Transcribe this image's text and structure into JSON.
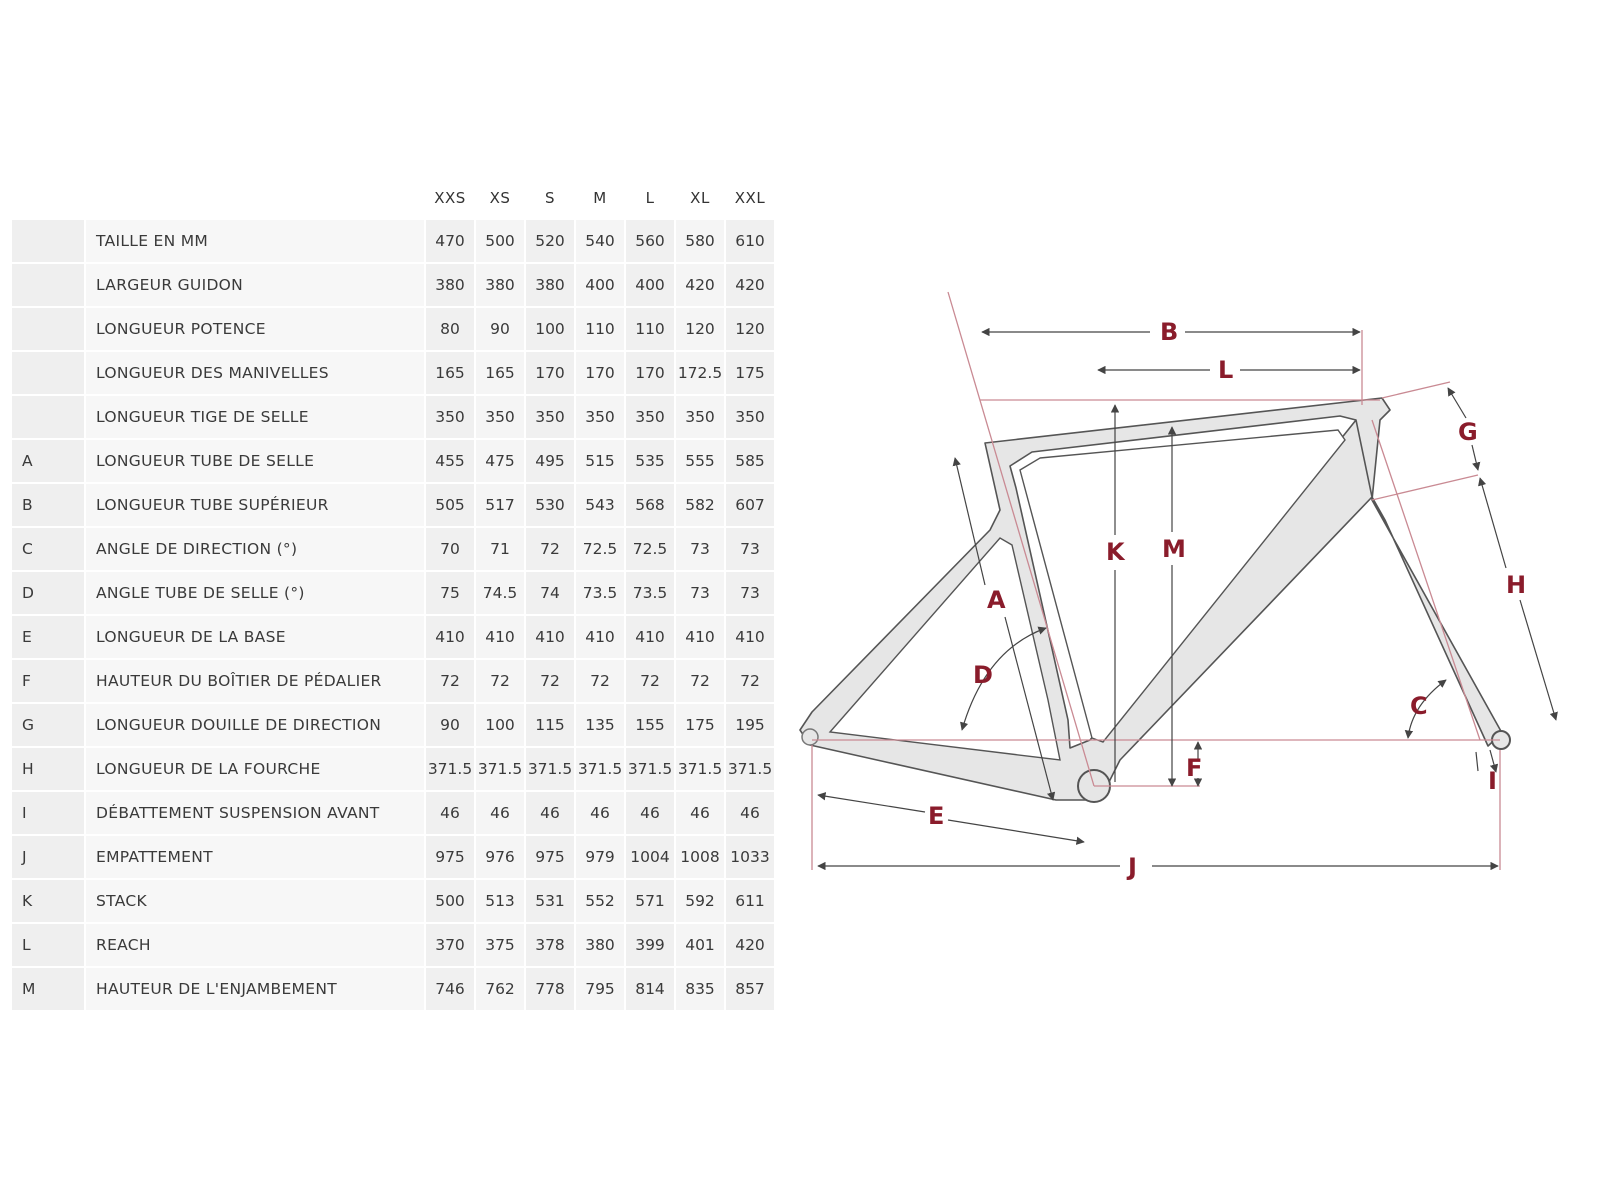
{
  "table": {
    "sizes": [
      "XXS",
      "XS",
      "S",
      "M",
      "L",
      "XL",
      "XXL"
    ],
    "rows": [
      {
        "code": "",
        "label": "TAILLE EN MM",
        "values": [
          "470",
          "500",
          "520",
          "540",
          "560",
          "580",
          "610"
        ]
      },
      {
        "code": "",
        "label": "LARGEUR GUIDON",
        "values": [
          "380",
          "380",
          "380",
          "400",
          "400",
          "420",
          "420"
        ]
      },
      {
        "code": "",
        "label": "LONGUEUR POTENCE",
        "values": [
          "80",
          "90",
          "100",
          "110",
          "110",
          "120",
          "120"
        ]
      },
      {
        "code": "",
        "label": "LONGUEUR DES MANIVELLES",
        "values": [
          "165",
          "165",
          "170",
          "170",
          "170",
          "172.5",
          "175"
        ]
      },
      {
        "code": "",
        "label": "LONGUEUR TIGE DE SELLE",
        "values": [
          "350",
          "350",
          "350",
          "350",
          "350",
          "350",
          "350"
        ]
      },
      {
        "code": "A",
        "label": "LONGUEUR TUBE DE SELLE",
        "values": [
          "455",
          "475",
          "495",
          "515",
          "535",
          "555",
          "585"
        ]
      },
      {
        "code": "B",
        "label": "LONGUEUR TUBE SUPÉRIEUR",
        "values": [
          "505",
          "517",
          "530",
          "543",
          "568",
          "582",
          "607"
        ]
      },
      {
        "code": "C",
        "label": "ANGLE DE DIRECTION (°)",
        "values": [
          "70",
          "71",
          "72",
          "72.5",
          "72.5",
          "73",
          "73"
        ]
      },
      {
        "code": "D",
        "label": "ANGLE TUBE DE SELLE (°)",
        "values": [
          "75",
          "74.5",
          "74",
          "73.5",
          "73.5",
          "73",
          "73"
        ]
      },
      {
        "code": "E",
        "label": "LONGUEUR DE LA BASE",
        "values": [
          "410",
          "410",
          "410",
          "410",
          "410",
          "410",
          "410"
        ]
      },
      {
        "code": "F",
        "label": "HAUTEUR DU BOÎTIER DE PÉDALIER",
        "values": [
          "72",
          "72",
          "72",
          "72",
          "72",
          "72",
          "72"
        ]
      },
      {
        "code": "G",
        "label": "LONGUEUR DOUILLE DE DIRECTION",
        "values": [
          "90",
          "100",
          "115",
          "135",
          "155",
          "175",
          "195"
        ]
      },
      {
        "code": "H",
        "label": "LONGUEUR DE LA FOURCHE",
        "values": [
          "371.5",
          "371.5",
          "371.5",
          "371.5",
          "371.5",
          "371.5",
          "371.5"
        ]
      },
      {
        "code": "I",
        "label": "DÉBATTEMENT SUSPENSION AVANT",
        "values": [
          "46",
          "46",
          "46",
          "46",
          "46",
          "46",
          "46"
        ]
      },
      {
        "code": "J",
        "label": "EMPATTEMENT",
        "values": [
          "975",
          "976",
          "975",
          "979",
          "1004",
          "1008",
          "1033"
        ]
      },
      {
        "code": "K",
        "label": "STACK",
        "values": [
          "500",
          "513",
          "531",
          "552",
          "571",
          "592",
          "611"
        ]
      },
      {
        "code": "L",
        "label": "REACH",
        "values": [
          "370",
          "375",
          "378",
          "380",
          "399",
          "401",
          "420"
        ]
      },
      {
        "code": "M",
        "label": "HAUTEUR DE L'ENJAMBEMENT",
        "values": [
          "746",
          "762",
          "778",
          "795",
          "814",
          "835",
          "857"
        ]
      }
    ]
  },
  "diagram": {
    "labels": {
      "A": "A",
      "B": "B",
      "C": "C",
      "D": "D",
      "E": "E",
      "F": "F",
      "G": "G",
      "H": "H",
      "I": "I",
      "J": "J",
      "K": "K",
      "L": "L",
      "M": "M"
    },
    "colors": {
      "accent": "#8a1c2b",
      "guide": "#c98a93",
      "frame_fill": "#e6e6e6",
      "frame_stroke": "#555555"
    }
  }
}
